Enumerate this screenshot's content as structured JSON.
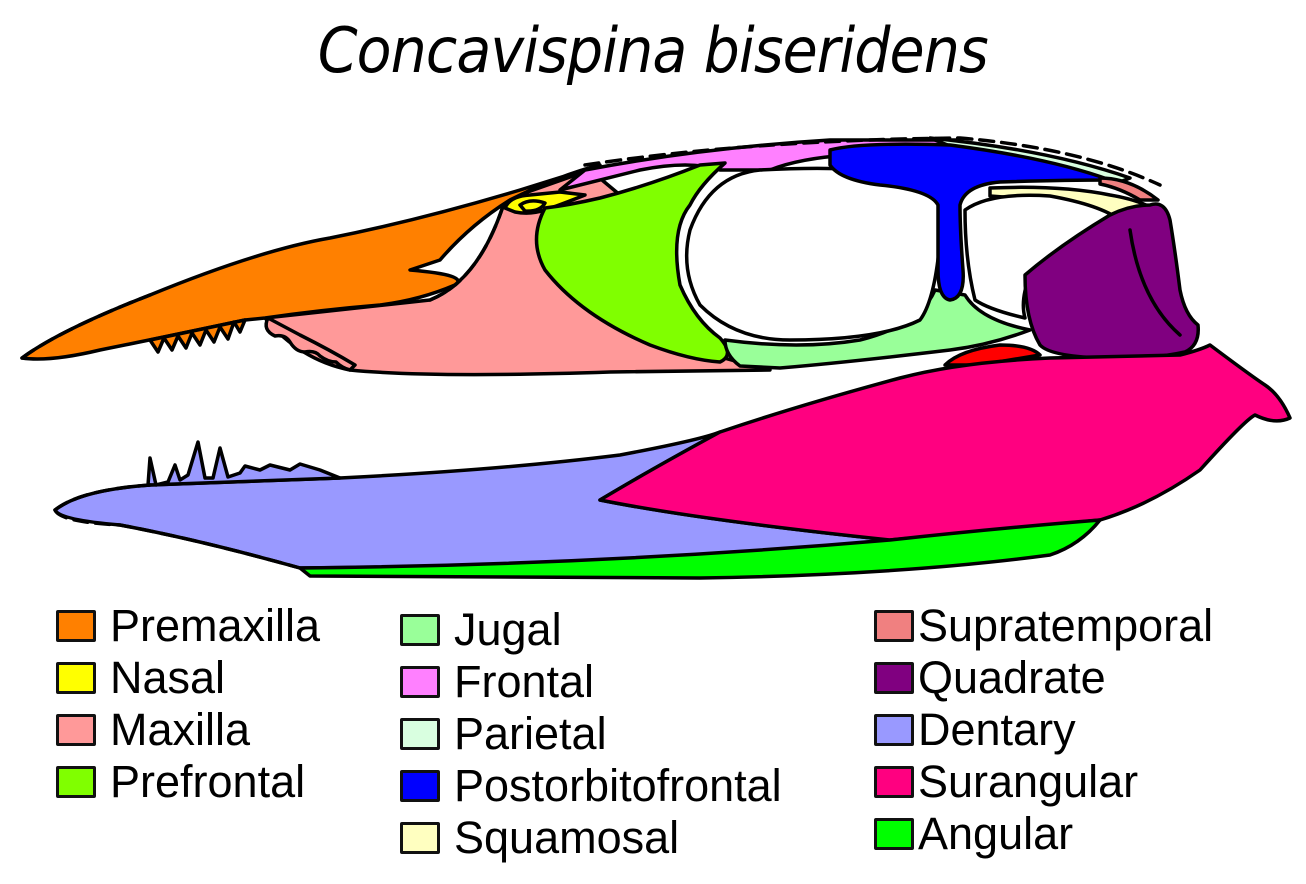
{
  "title": "Concavispina biseridens",
  "bones": {
    "premaxilla": "#ff8000",
    "nasal": "#ffff00",
    "maxilla": "#ff9999",
    "prefrontal": "#80ff00",
    "jugal": "#99ff99",
    "frontal": "#ff80ff",
    "parietal": "#d9ffe0",
    "postorbitofrontal": "#0000ff",
    "squamosal": "#ffffc0",
    "supratemporal": "#f08080",
    "quadrate": "#800080",
    "dentary": "#9999ff",
    "surangular": "#ff0080",
    "angular": "#00ff00",
    "unlabeled": "#ff0000"
  },
  "legend": {
    "columns": [
      [
        {
          "label": "Premaxilla",
          "color": "#ff8000"
        },
        {
          "label": "Nasal",
          "color": "#ffff00"
        },
        {
          "label": "Maxilla",
          "color": "#ff9999"
        },
        {
          "label": "Prefrontal",
          "color": "#80ff00"
        }
      ],
      [
        {
          "label": "Jugal",
          "color": "#99ff99"
        },
        {
          "label": "Frontal",
          "color": "#ff80ff"
        },
        {
          "label": "Parietal",
          "color": "#d9ffe0"
        },
        {
          "label": "Postorbitofrontal",
          "color": "#0000ff"
        },
        {
          "label": "Squamosal",
          "color": "#ffffc0"
        }
      ],
      [
        {
          "label": "Supratemporal",
          "color": "#f08080"
        },
        {
          "label": "Quadrate",
          "color": "#800080"
        },
        {
          "label": "Dentary",
          "color": "#9999ff"
        },
        {
          "label": "Surangular",
          "color": "#ff0080"
        },
        {
          "label": "Angular",
          "color": "#00ff00"
        }
      ]
    ]
  }
}
